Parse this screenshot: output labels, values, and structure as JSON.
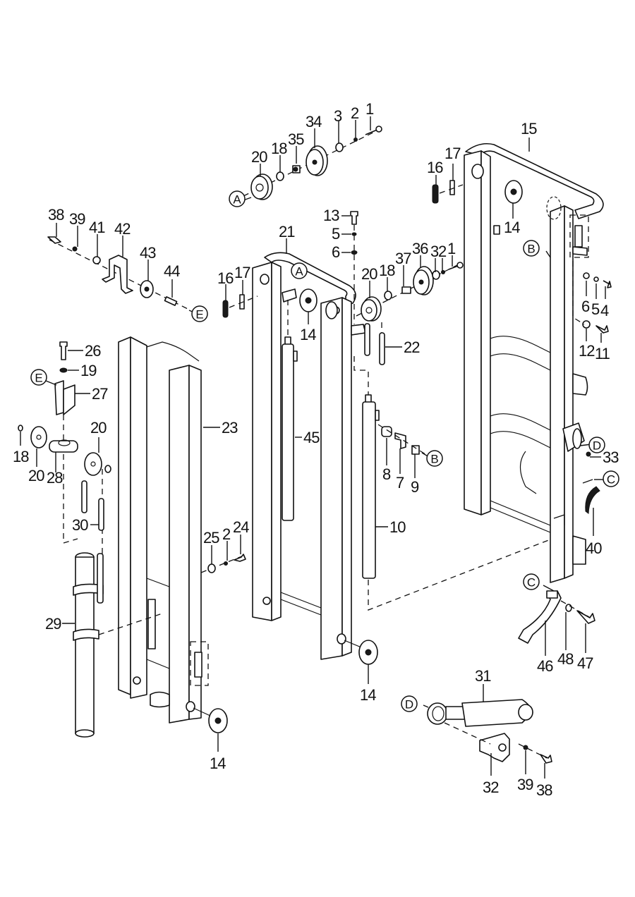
{
  "diagram": {
    "type": "exploded parts diagram",
    "subject": "forklift mast assembly",
    "background_color": "#ffffff",
    "line_color": "#111111",
    "part_labels": [
      {
        "id": "p1a",
        "text": "1"
      },
      {
        "id": "p2a",
        "text": "2"
      },
      {
        "id": "p3a",
        "text": "3"
      },
      {
        "id": "p34",
        "text": "34"
      },
      {
        "id": "p35",
        "text": "35"
      },
      {
        "id": "p18a",
        "text": "18"
      },
      {
        "id": "p20a",
        "text": "20"
      },
      {
        "id": "p15",
        "text": "15"
      },
      {
        "id": "p16a",
        "text": "16"
      },
      {
        "id": "p17a",
        "text": "17"
      },
      {
        "id": "p14a",
        "text": "14"
      },
      {
        "id": "p38a",
        "text": "38"
      },
      {
        "id": "p39a",
        "text": "39"
      },
      {
        "id": "p41",
        "text": "41"
      },
      {
        "id": "p42",
        "text": "42"
      },
      {
        "id": "p43",
        "text": "43"
      },
      {
        "id": "p44",
        "text": "44"
      },
      {
        "id": "p13",
        "text": "13"
      },
      {
        "id": "p5a",
        "text": "5"
      },
      {
        "id": "p6a",
        "text": "6"
      },
      {
        "id": "p21",
        "text": "21"
      },
      {
        "id": "p16b",
        "text": "16"
      },
      {
        "id": "p17b",
        "text": "17"
      },
      {
        "id": "p14b",
        "text": "14"
      },
      {
        "id": "p20b",
        "text": "20"
      },
      {
        "id": "p18b",
        "text": "18"
      },
      {
        "id": "p37",
        "text": "37"
      },
      {
        "id": "p36",
        "text": "36"
      },
      {
        "id": "p3b",
        "text": "3"
      },
      {
        "id": "p2b",
        "text": "2"
      },
      {
        "id": "p1b",
        "text": "1"
      },
      {
        "id": "p22",
        "text": "22"
      },
      {
        "id": "p6b",
        "text": "6"
      },
      {
        "id": "p5b",
        "text": "5"
      },
      {
        "id": "p4",
        "text": "4"
      },
      {
        "id": "p12",
        "text": "12"
      },
      {
        "id": "p11",
        "text": "11"
      },
      {
        "id": "p26",
        "text": "26"
      },
      {
        "id": "p19",
        "text": "19"
      },
      {
        "id": "p27",
        "text": "27"
      },
      {
        "id": "p23",
        "text": "23"
      },
      {
        "id": "p45",
        "text": "45"
      },
      {
        "id": "p18c",
        "text": "18"
      },
      {
        "id": "p20c",
        "text": "20"
      },
      {
        "id": "p28",
        "text": "28"
      },
      {
        "id": "p20d",
        "text": "20"
      },
      {
        "id": "p30",
        "text": "30"
      },
      {
        "id": "p8",
        "text": "8"
      },
      {
        "id": "p7",
        "text": "7"
      },
      {
        "id": "p9",
        "text": "9"
      },
      {
        "id": "p33",
        "text": "33"
      },
      {
        "id": "p40",
        "text": "40"
      },
      {
        "id": "p10",
        "text": "10"
      },
      {
        "id": "p25",
        "text": "25"
      },
      {
        "id": "p2c",
        "text": "2"
      },
      {
        "id": "p24",
        "text": "24"
      },
      {
        "id": "p29",
        "text": "29"
      },
      {
        "id": "p14c",
        "text": "14"
      },
      {
        "id": "p14d",
        "text": "14"
      },
      {
        "id": "p46",
        "text": "46"
      },
      {
        "id": "p48",
        "text": "48"
      },
      {
        "id": "p47",
        "text": "47"
      },
      {
        "id": "p31",
        "text": "31"
      },
      {
        "id": "p32",
        "text": "32"
      },
      {
        "id": "p39b",
        "text": "39"
      },
      {
        "id": "p38b",
        "text": "38"
      }
    ],
    "reference_markers": [
      {
        "id": "A1",
        "text": "A"
      },
      {
        "id": "A2",
        "text": "A"
      },
      {
        "id": "B1",
        "text": "B"
      },
      {
        "id": "B2",
        "text": "B"
      },
      {
        "id": "C1",
        "text": "C"
      },
      {
        "id": "C2",
        "text": "C"
      },
      {
        "id": "D1",
        "text": "D"
      },
      {
        "id": "D2",
        "text": "D"
      },
      {
        "id": "E1",
        "text": "E"
      },
      {
        "id": "E2",
        "text": "E"
      }
    ]
  }
}
